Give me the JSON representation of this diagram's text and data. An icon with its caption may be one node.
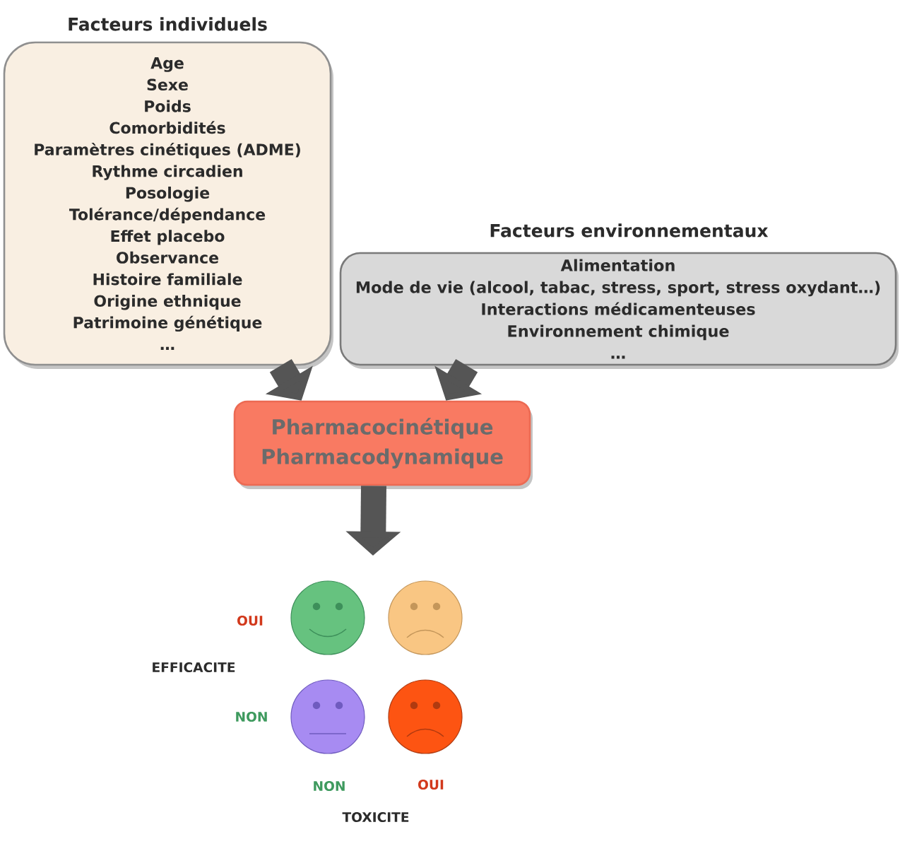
{
  "diagram": {
    "nodes": [
      {
        "text": [
          "Facteurs individuels",
          "Age",
          "Sexe",
          "Poids",
          "Comorbidités",
          "Paramètres cinétiques (ADME)",
          "Rythme circadien",
          "Posologie",
          "Tolérance/dépendance",
          "Effet placebo",
          "Observance",
          "Histoire familiale",
          "Origine ethnique",
          "Patrimoine génétique",
          "…"
        ]
      },
      {
        "text": [
          "Facteurs environnementaux",
          "Alimentation",
          "Mode de vie (alcool, tabac, stress, sport, stress oxydant…)",
          "Interactions médicamenteuses",
          "Environnement chimique",
          "…"
        ]
      },
      {
        "text": [
          "Pharmacocinétique",
          "Pharmacodynamique"
        ]
      },
      {
        "text": [],
        "shape": "circle"
      },
      {
        "text": [],
        "shape": "circle"
      },
      {
        "text": [],
        "shape": "circle"
      },
      {
        "text": [],
        "shape": "circle"
      }
    ],
    "edges": [
      {
        "from": 0,
        "to": 2,
        "arrow": "to"
      },
      {
        "from": 1,
        "to": 2,
        "arrow": "to"
      },
      {
        "from": 2,
        "to": null,
        "arrow": "to"
      }
    ],
    "labels": [
      "OUI",
      "EFFICACITE",
      "NON",
      "NON",
      "OUI",
      "TOXICITE"
    ]
  }
}
